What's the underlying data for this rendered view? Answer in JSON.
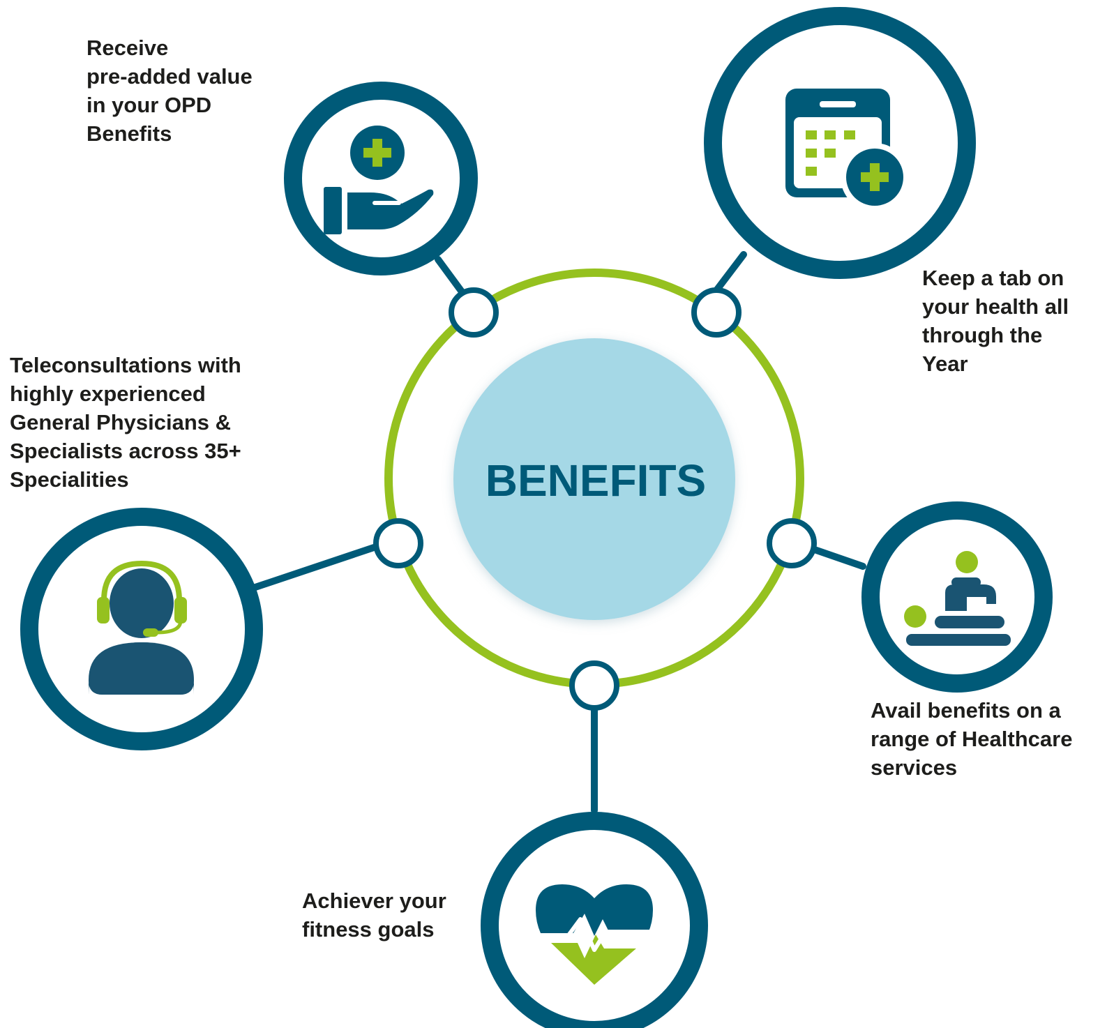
{
  "center": {
    "title": "BENEFITS"
  },
  "benefits": [
    {
      "lines": [
        "Receive",
        "pre-added value",
        "in your OPD",
        "Benefits"
      ],
      "icon": "hand-medical-icon"
    },
    {
      "lines": [
        "Keep a tab on",
        "your health all",
        "through the",
        "Year"
      ],
      "icon": "calendar-plus-icon"
    },
    {
      "lines": [
        "Teleconsultations with",
        "highly experienced",
        "General Physicians &",
        "Specialists across 35+",
        "Specialities"
      ],
      "icon": "headset-agent-icon"
    },
    {
      "lines": [
        "Avail benefits on a",
        "range of Healthcare",
        "services"
      ],
      "icon": "massage-therapy-icon"
    },
    {
      "lines": [
        "Achiever your",
        "fitness goals"
      ],
      "icon": "heart-pulse-icon"
    }
  ],
  "colors": {
    "navy": "#005a78",
    "navy_dark": "#1a5472",
    "green": "#95c11f",
    "center_fill": "#a5d8e6",
    "text": "#1d1d1b",
    "background": "#ffffff"
  }
}
